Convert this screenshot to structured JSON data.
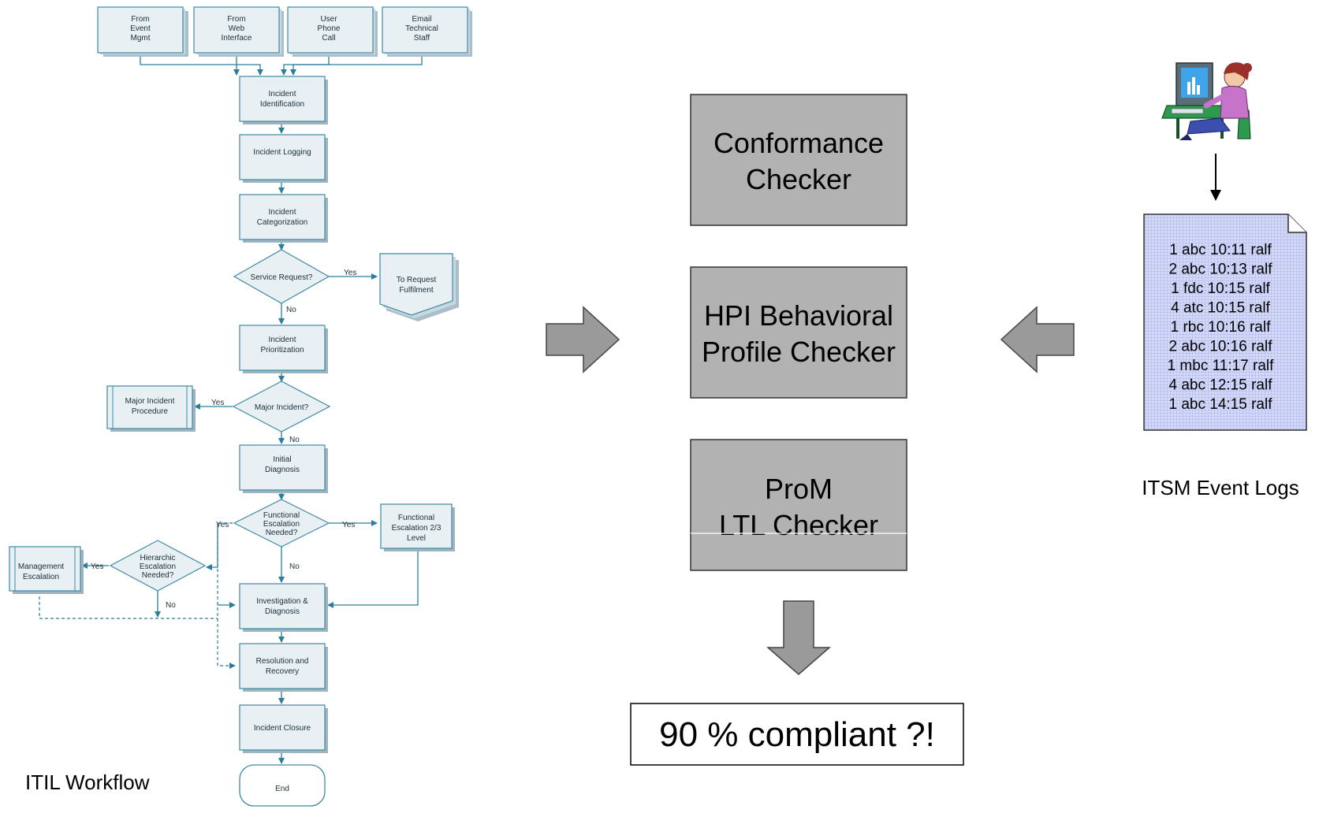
{
  "itil": {
    "caption": "ITIL Workflow",
    "sources": [
      "From Event Mgmt",
      "From Web Interface",
      "User Phone Call",
      "Email Technical Staff"
    ],
    "steps": {
      "identification": "Incident Identification",
      "logging": "Incident Logging",
      "categorization": "Incident Categorization",
      "prioritization": "Incident Prioritization",
      "initial_diagnosis": "Initial Diagnosis",
      "investigation": "Investigation & Diagnosis",
      "resolution": "Resolution and Recovery",
      "closure": "Incident Closure",
      "end": "End"
    },
    "decisions": {
      "service_request": "Service Request?",
      "major_incident": "Major Incident?",
      "functional_escalation": "Functional Escalation Needed?",
      "hierarchic_escalation": "Hierarchic Escalation Needed?"
    },
    "side_boxes": {
      "request_fulfilment": "To Request Fulfilment",
      "major_incident_procedure": "Major Incident Procedure",
      "functional_escalation_level": "Functional Escalation 2/3 Level",
      "management_escalation": "Management Escalation"
    },
    "labels": {
      "yes": "Yes",
      "no": "No"
    }
  },
  "checkers": [
    {
      "line1": "Conformance",
      "line2": "Checker"
    },
    {
      "line1": "HPI Behavioral",
      "line2": "Profile Checker"
    },
    {
      "line1": "ProM",
      "line2": "LTL Checker"
    }
  ],
  "result": "90 % compliant ?!",
  "logs": {
    "caption": "ITSM Event Logs",
    "entries": [
      "1 abc 10:11 ralf",
      "2 abc 10:13 ralf",
      "1 fdc 10:15 ralf",
      "4 atc 10:15 ralf",
      "1 rbc 10:16 ralf",
      "2 abc 10:16 ralf",
      "1 mbc 11:17 ralf",
      "4 abc 12:15 ralf",
      "1 abc 14:15 ralf"
    ]
  },
  "colors": {
    "flow_box_fill": "#e8f0f3",
    "flow_line": "#2a7e9b",
    "checker_fill": "#b2b2b2",
    "arrow_fill": "#9a9a9a",
    "log_fill": "#c8d0f5"
  },
  "icons": [
    "user-at-computer-icon",
    "event-log-document-icon"
  ]
}
